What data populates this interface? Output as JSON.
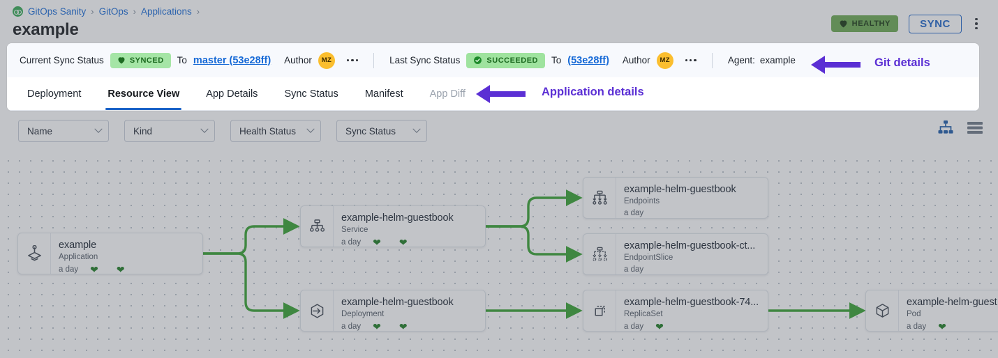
{
  "header": {
    "breadcrumb": [
      {
        "label": "GitOps Sanity",
        "link": true
      },
      {
        "label": "GitOps",
        "link": true
      },
      {
        "label": "Applications",
        "link": true
      }
    ],
    "breadcrumb_separator": "›",
    "title": "example",
    "health_badge": {
      "label": "HEALTHY",
      "icon": "heart-icon",
      "bg": "#6aa84f",
      "fg": "#14320d"
    },
    "sync_button": {
      "label": "SYNC",
      "color": "#1b63c8"
    },
    "more_menu_icon": "kebab-menu-icon"
  },
  "sync_bar": {
    "current": {
      "label": "Current Sync Status",
      "status": "SYNCED",
      "status_icon": "heart-icon",
      "to_label": "To",
      "revision": "master (53e28ff)",
      "author_label": "Author",
      "author_initials": "MZ",
      "more_icon": "ellipsis-icon"
    },
    "last": {
      "label": "Last Sync Status",
      "status": "SUCCEEDED",
      "status_icon": "check-circle-icon",
      "to_label": "To",
      "revision": "(53e28ff)",
      "author_label": "Author",
      "author_initials": "MZ",
      "more_icon": "ellipsis-icon"
    },
    "agent_label": "Agent:",
    "agent_value": "example"
  },
  "annotations": [
    {
      "label": "Git details",
      "color": "#5b2fd4",
      "direction": "left"
    },
    {
      "label": "Application details",
      "color": "#5b2fd4",
      "direction": "left"
    }
  ],
  "tabs": [
    {
      "label": "Deployment",
      "active": false,
      "disabled": false
    },
    {
      "label": "Resource View",
      "active": true,
      "disabled": false
    },
    {
      "label": "App Details",
      "active": false,
      "disabled": false
    },
    {
      "label": "Sync Status",
      "active": false,
      "disabled": false
    },
    {
      "label": "Manifest",
      "active": false,
      "disabled": false
    },
    {
      "label": "App Diff",
      "active": false,
      "disabled": true
    }
  ],
  "toolbar": {
    "filters": [
      {
        "label": "Name",
        "icon": "chevron-down-icon"
      },
      {
        "label": "Kind",
        "icon": "chevron-down-icon"
      },
      {
        "label": "Health Status",
        "icon": "chevron-down-icon"
      },
      {
        "label": "Sync Status",
        "icon": "chevron-down-icon"
      }
    ],
    "view_toggles": [
      {
        "icon": "tree-view-icon",
        "active": true,
        "color": "#1b5aa8"
      },
      {
        "icon": "list-view-icon",
        "active": false,
        "color": "#6d7885"
      }
    ]
  },
  "graph": {
    "edge_color": "#33a02c",
    "nodes": [
      {
        "id": "app",
        "title": "example",
        "kind": "Application",
        "age": "a day",
        "icon": "application-icon",
        "hearts": 2
      },
      {
        "id": "svc",
        "title": "example-helm-guestbook",
        "kind": "Service",
        "age": "a day",
        "icon": "service-icon",
        "hearts": 2
      },
      {
        "id": "deploy",
        "title": "example-helm-guestbook",
        "kind": "Deployment",
        "age": "a day",
        "icon": "deployment-icon",
        "hearts": 2
      },
      {
        "id": "endpoints",
        "title": "example-helm-guestbook",
        "kind": "Endpoints",
        "age": "a day",
        "icon": "endpoints-icon",
        "hearts": 0
      },
      {
        "id": "endpointslice",
        "title": "example-helm-guestbook-ct...",
        "kind": "EndpointSlice",
        "age": "a day",
        "icon": "endpointslice-icon",
        "hearts": 0
      },
      {
        "id": "replicaset",
        "title": "example-helm-guestbook-74...",
        "kind": "ReplicaSet",
        "age": "a day",
        "icon": "replicaset-icon",
        "hearts": 1
      },
      {
        "id": "pod",
        "title": "example-helm-guest",
        "kind": "Pod",
        "age": "a day",
        "icon": "pod-icon",
        "hearts": 1
      }
    ]
  }
}
